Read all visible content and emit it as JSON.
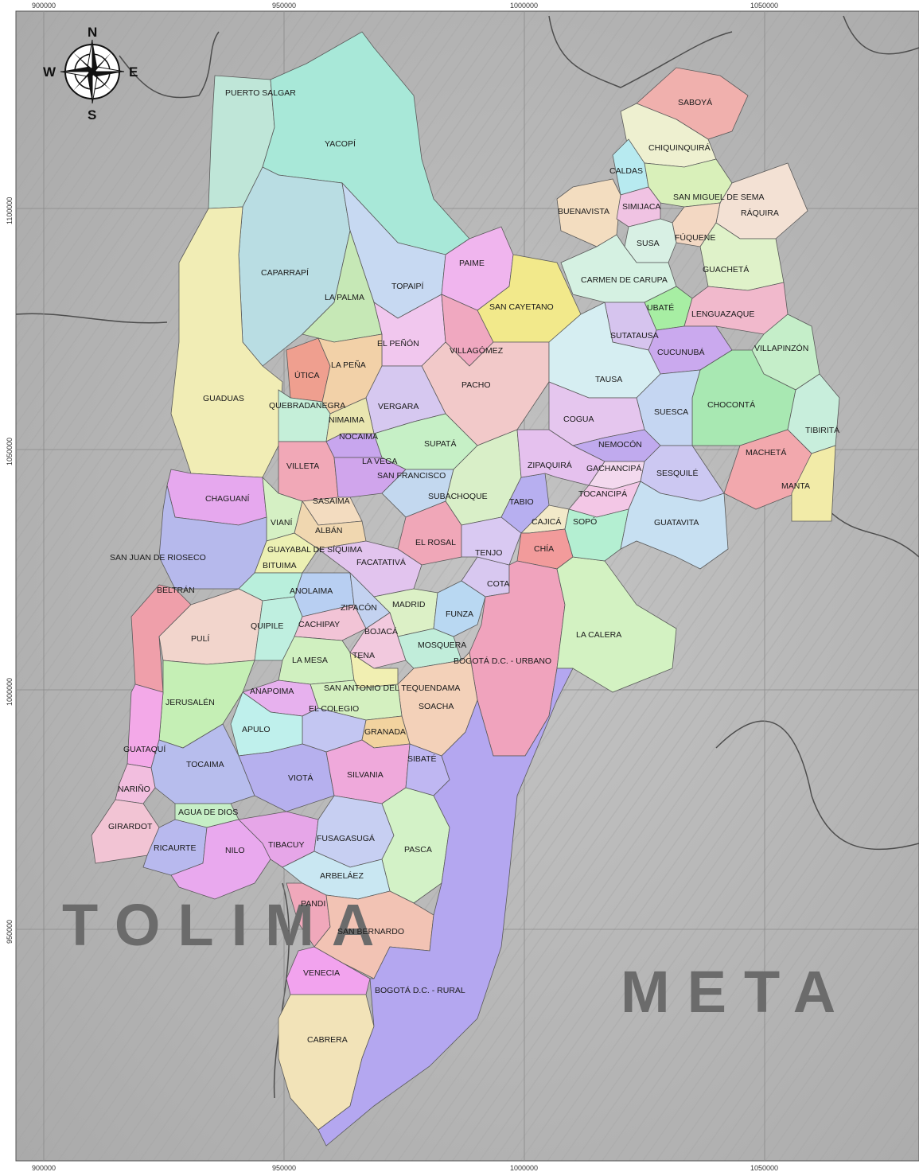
{
  "compass": {
    "north": "N",
    "south": "S",
    "east": "E",
    "west": "W"
  },
  "coordinates": {
    "top": [
      "900000",
      "950000",
      "1000000",
      "1050000"
    ],
    "bottom": [
      "900000",
      "950000",
      "1000000",
      "1050000"
    ],
    "left": [
      "1100000",
      "1050000",
      "1000000",
      "950000"
    ]
  },
  "regions": [
    "TOLIMA",
    "META"
  ],
  "municipalities": [
    "PUERTO SALGAR",
    "YACOPÍ",
    "SABOYÁ",
    "CHIQUINQUIRÁ",
    "CALDAS",
    "SAN MIGUEL DE SEMA",
    "BUENAVISTA",
    "SIMIJACA",
    "RÁQUIRA",
    "FÚQUENE",
    "SUSA",
    "CAPARRAPÍ",
    "PAIME",
    "GUACHETÁ",
    "CARMEN DE CARUPA",
    "TOPAIPÍ",
    "LA PALMA",
    "SAN CAYETANO",
    "UBATÉ",
    "LENGUAZAQUE",
    "SUTATAUSA",
    "EL PEÑÓN",
    "VILLAGÓMEZ",
    "CUCUNUBÁ",
    "VILLAPINZÓN",
    "ÚTICA",
    "LA PEÑA",
    "TAUSA",
    "PACHO",
    "GUADUAS",
    "QUEBRADANEGRA",
    "VERGARA",
    "CHOCONTÁ",
    "SUESCA",
    "COGUA",
    "NIMAIMA",
    "TIBIRITÁ",
    "NOCAIMA",
    "SUPATÁ",
    "NEMOCÓN",
    "MACHETÁ",
    "VILLETA",
    "LA VEGA",
    "ZIPAQUIRÁ",
    "GACHANCIPÁ",
    "SAN FRANCISCO",
    "SESQUILÉ",
    "MANTA",
    "TOCANCIPÁ",
    "CHAGUANÍ",
    "SUBACHOQUE",
    "TABIO",
    "SASAIMA",
    "GUATAVITA",
    "CAJICÁ",
    "SOPÓ",
    "VIANÍ",
    "ALBÁN",
    "EL ROSAL",
    "CHÍA",
    "GUAYABAL DE SÍQUIMA",
    "SAN JUAN DE RIOSECO",
    "TENJO",
    "BITUIMA",
    "FACATATIVÁ",
    "ANOLAIMA",
    "COTA",
    "BELTRÁN",
    "MADRID",
    "ZIPACÓN",
    "FUNZA",
    "CACHIPAY",
    "QUIPILE",
    "LA CALERA",
    "BOJACÁ",
    "PULÍ",
    "MOSQUERA",
    "LA MESA",
    "TENA",
    "BOGOTÁ D.C. - URBANO",
    "SAN ANTONIO DEL TEQUENDAMA",
    "ANAPOIMA",
    "JERUSALÉN",
    "SOACHA",
    "EL COLEGIO",
    "APULO",
    "GRANADA",
    "GUATAQUÍ",
    "SIBATÉ",
    "TOCAIMA",
    "VIOTÁ",
    "SILVANIA",
    "NARIÑO",
    "AGUA DE DIOS",
    "GIRARDOT",
    "FUSAGASUGÁ",
    "RICAURTE",
    "NILO",
    "TIBACUY",
    "PASCA",
    "ARBELÁEZ",
    "PANDI",
    "SAN BERNARDO",
    "VENECIA",
    "BOGOTÁ D.C. - RURAL",
    "CABRERA"
  ],
  "colors": {
    "terrain": "#b9b9b9",
    "grid": "#8a8a8a",
    "border": "#5a5a5a",
    "region_text": "#6b6b6b"
  }
}
